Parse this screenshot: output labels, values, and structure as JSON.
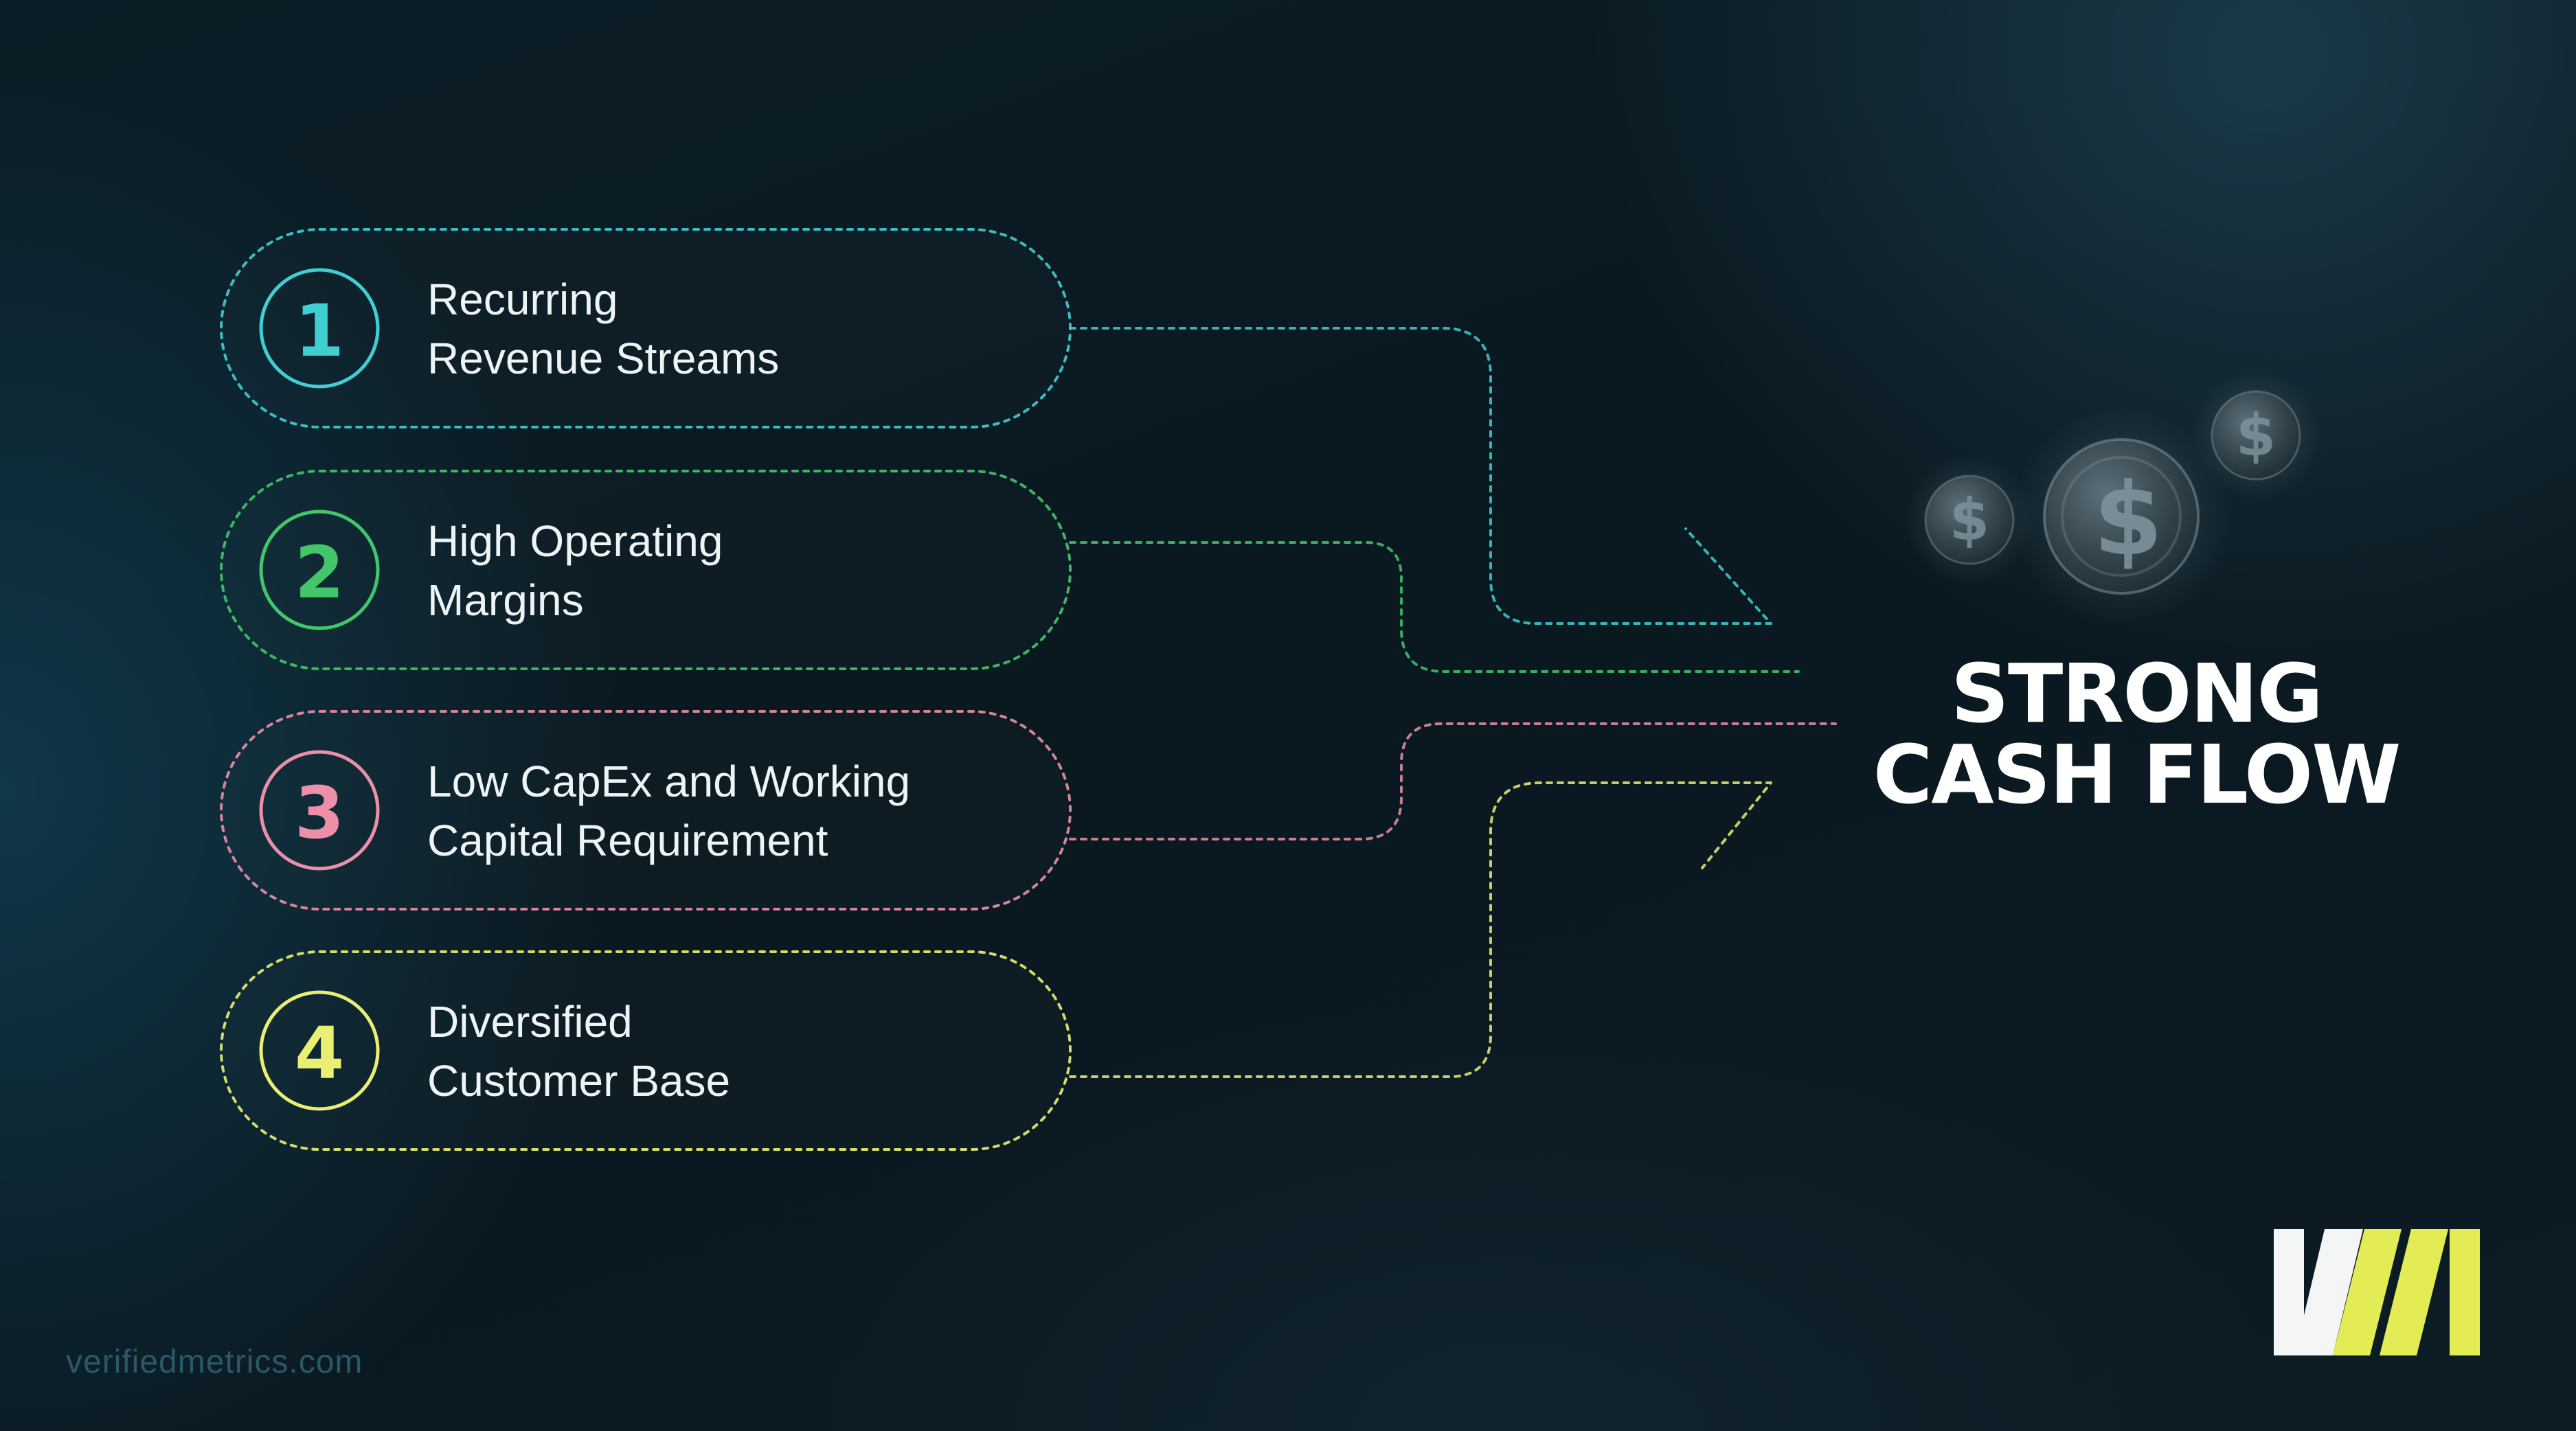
{
  "items": [
    {
      "number": "1",
      "line1": "Recurring",
      "line2": "Revenue Streams",
      "color": "#3fcfd2"
    },
    {
      "number": "2",
      "line1": "High Operating",
      "line2": "Margins",
      "color": "#43c66a"
    },
    {
      "number": "3",
      "line1": "Low CapEx and Working",
      "line2": "Capital Requirement",
      "color": "#ec8fa8"
    },
    {
      "number": "4",
      "line1": "Diversified",
      "line2": "Customer Base",
      "color": "#eaee72"
    }
  ],
  "outcome": {
    "line1": "STRONG",
    "line2": "CASH FLOW"
  },
  "coins": {
    "symbol": "$",
    "count": 3,
    "icon": "dollar-coin-icon"
  },
  "footer": {
    "website": "verifiedmetrics.com"
  },
  "logo": {
    "text": "VM",
    "colors": {
      "light": "#f4f6f6",
      "accent": "#e3ec55"
    }
  },
  "colors": {
    "background": "#0b1e27",
    "title": "#ffffff",
    "website": "#2b5868"
  }
}
